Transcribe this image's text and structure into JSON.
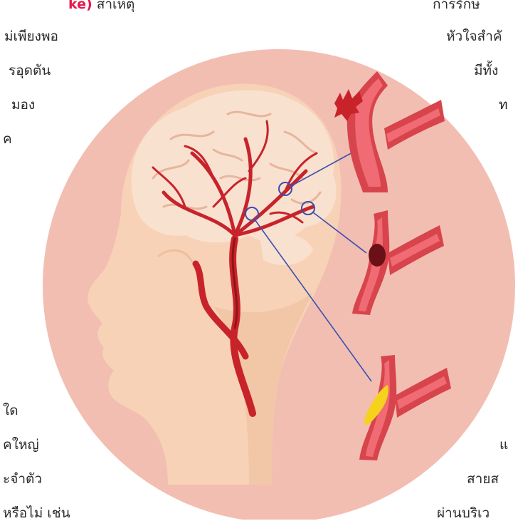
{
  "colors": {
    "circle_bg": "#f2beb2",
    "skin": "#f7d2b6",
    "skin_shadow": "#eebf9e",
    "brain": "#f9e1d0",
    "brain_fold": "#e7b59d",
    "artery": "#c8232b",
    "artery_dark": "#8f1419",
    "vessel_wall": "#d8444c",
    "vessel_inner": "#f06b73",
    "connector": "#3a4fb0",
    "plaque": "#f5d21c",
    "clot": "#6b1017",
    "highlight_text": "#e8174a",
    "body_text": "#2a2a2a"
  },
  "text_left": {
    "line1_highlight": "ke)",
    "line1_rest": " สาเหตุ",
    "line2": "ม่เพียงพอ",
    "line3": "รอุดตัน",
    "line4": "มอง",
    "line5": "ค",
    "bottom1": "ใด",
    "bottom2": "คใหญ่",
    "bottom3": "ะจำตัว",
    "bottom4": "หรือไม่ เช่น"
  },
  "text_right": {
    "line1": "การรักษ",
    "line2": "หัวใจสำคั",
    "line3": "มีทั้ง",
    "line4": "ท",
    "bottom1": "แ",
    "bottom2": "สายส",
    "bottom3": "ผ่านบริเว"
  },
  "panels": [
    {
      "type": "hemorrhagic",
      "icon": "ruptured-vessel-icon"
    },
    {
      "type": "thrombotic",
      "icon": "blood-clot-vessel-icon"
    },
    {
      "type": "embolic",
      "icon": "plaque-vessel-icon"
    }
  ]
}
